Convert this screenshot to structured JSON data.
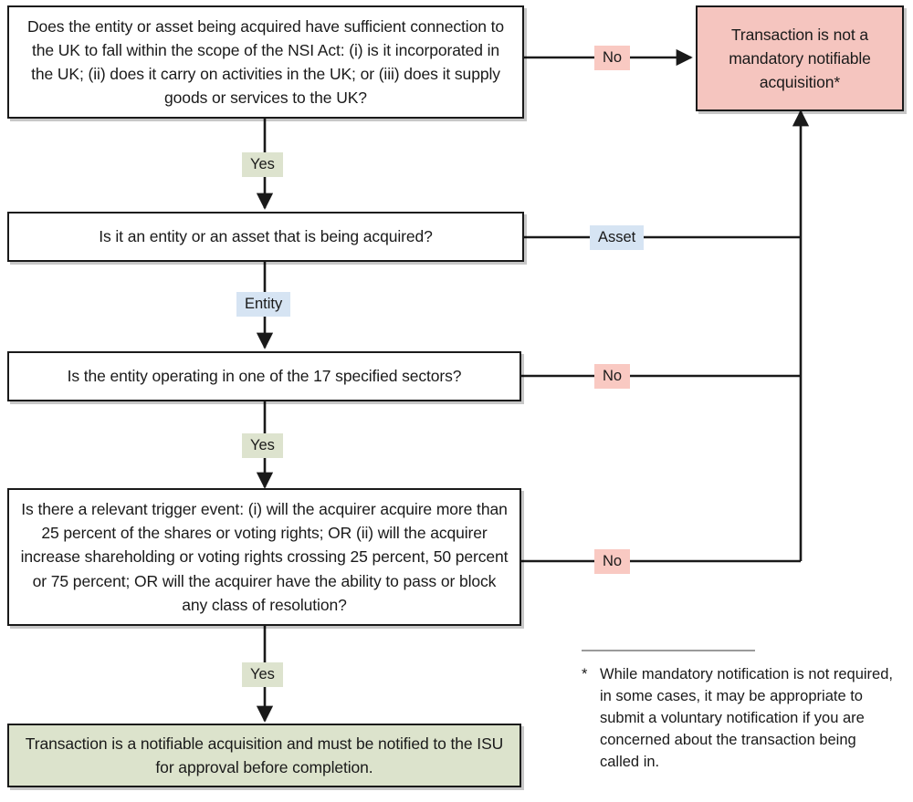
{
  "diagram": {
    "title": "NSI Act mandatory notification decision flowchart",
    "colors": {
      "box_outline": "#1a1a1a",
      "box_fill_default": "#ffffff",
      "negative_fill": "#f5c5bf",
      "positive_fill": "#dce3cc",
      "label_no_fill": "#f9c9c2",
      "label_yes_fill": "#dde3ce",
      "label_entity_fill": "#d6e4f3",
      "connector": "#1a1a1a",
      "footnote_rule": "#9a9a9a"
    },
    "nodes": [
      {
        "id": "q-uk-nexus",
        "kind": "decision",
        "fill": "white",
        "text": "Does the entity or asset being acquired have sufficient connection to the UK to fall within the scope of the NSI Act: (i) is it incorporated in the UK; (ii) does it carry on activities in the UK; or (iii) does it supply goods or services to the UK?"
      },
      {
        "id": "outcome-not-notifiable",
        "kind": "outcome",
        "fill": "pink",
        "text": "Transaction is not a mandatory notifiable acquisition*"
      },
      {
        "id": "q-entity-or-asset",
        "kind": "decision",
        "fill": "white",
        "text": "Is it an entity or an asset that is being acquired?"
      },
      {
        "id": "q-specified-sector",
        "kind": "decision",
        "fill": "white",
        "text": "Is the entity operating in one of the 17 specified sectors?"
      },
      {
        "id": "q-trigger-event",
        "kind": "decision",
        "fill": "white",
        "text": "Is there a relevant trigger event: (i) will the acquirer acquire more than 25 percent of the shares or voting rights; OR (ii) will the acquirer increase shareholding or voting rights crossing 25 percent, 50 percent or 75 percent; OR will the acquirer have the ability to pass or block any class of resolution?"
      },
      {
        "id": "outcome-notifiable",
        "kind": "outcome",
        "fill": "green",
        "text": "Transaction is a notifiable acquisition and must be notified to the ISU for approval before completion."
      }
    ],
    "edge_labels": [
      {
        "id": "edge-uk-no",
        "label": "No",
        "style": "pink",
        "from": "q-uk-nexus",
        "to": "outcome-not-notifiable"
      },
      {
        "id": "edge-uk-yes",
        "label": "Yes",
        "style": "green",
        "from": "q-uk-nexus",
        "to": "q-entity-or-asset"
      },
      {
        "id": "edge-asset",
        "label": "Asset",
        "style": "blue",
        "from": "q-entity-or-asset",
        "to": "outcome-not-notifiable"
      },
      {
        "id": "edge-entity",
        "label": "Entity",
        "style": "blue",
        "from": "q-entity-or-asset",
        "to": "q-specified-sector"
      },
      {
        "id": "edge-sector-no",
        "label": "No",
        "style": "pink",
        "from": "q-specified-sector",
        "to": "outcome-not-notifiable"
      },
      {
        "id": "edge-sector-yes",
        "label": "Yes",
        "style": "green",
        "from": "q-specified-sector",
        "to": "q-trigger-event"
      },
      {
        "id": "edge-trigger-no",
        "label": "No",
        "style": "pink",
        "from": "q-trigger-event",
        "to": "outcome-not-notifiable"
      },
      {
        "id": "edge-trigger-yes",
        "label": "Yes",
        "style": "green",
        "from": "q-trigger-event",
        "to": "outcome-notifiable"
      }
    ],
    "footnote": {
      "marker": "*",
      "text": "While mandatory notification is not required, in some cases, it may be appropriate to submit a voluntary notification if you are concerned about the transaction being called in."
    }
  }
}
